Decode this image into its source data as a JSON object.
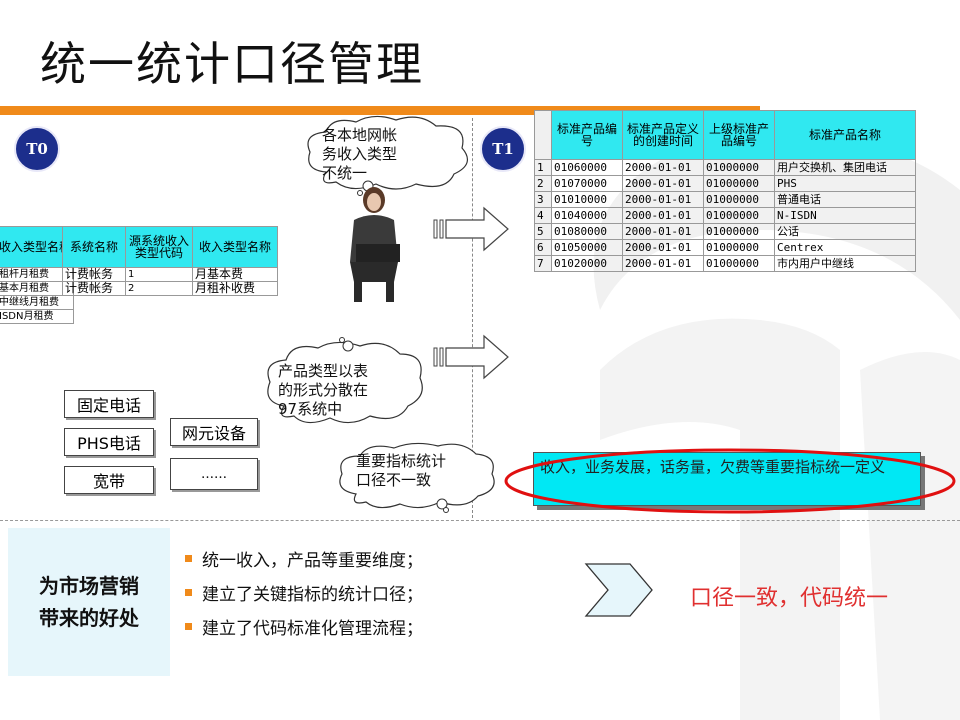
{
  "title": "统一统计口径管理",
  "labels": {
    "t0": "T0",
    "t1": "T1"
  },
  "clouds": {
    "top": [
      "各本地网帐",
      "务收入类型",
      "不统一"
    ],
    "middle": [
      "产品类型以表",
      "的形式分散在",
      "97系统中"
    ],
    "bottom": [
      "重要指标统计",
      "口径不一致"
    ]
  },
  "t0_left_table": {
    "header": "收入类型名称",
    "rows": [
      "租杆月租费",
      "基本月租费",
      "中继线月租费",
      "ISDN月租费"
    ]
  },
  "t0_table": {
    "headers": [
      "系统名称",
      "源系统收入类型代码",
      "收入类型名称"
    ],
    "rows": [
      [
        "计费帐务",
        "1",
        "月基本费"
      ],
      [
        "计费帐务",
        "2",
        "月租补收费"
      ]
    ]
  },
  "t1_table": {
    "headers": [
      "",
      "标准产品编号",
      "标准产品定义的创建时间",
      "上级标准产品编号",
      "标准产品名称"
    ],
    "rows": [
      [
        "1",
        "01060000",
        "2000-01-01",
        "01000000",
        "用户交换机、集团电话"
      ],
      [
        "2",
        "01070000",
        "2000-01-01",
        "01000000",
        "PHS"
      ],
      [
        "3",
        "01010000",
        "2000-01-01",
        "01000000",
        "普通电话"
      ],
      [
        "4",
        "01040000",
        "2000-01-01",
        "01000000",
        "N-ISDN"
      ],
      [
        "5",
        "01080000",
        "2000-01-01",
        "01000000",
        "公话"
      ],
      [
        "6",
        "01050000",
        "2000-01-01",
        "01000000",
        "Centrex"
      ],
      [
        "7",
        "01020000",
        "2000-01-01",
        "01000000",
        "市内用户中继线"
      ]
    ]
  },
  "tags": {
    "fixed_phone": "固定电话",
    "phs_phone": "PHS电话",
    "broadband": "宽带",
    "network_element": "网元设备",
    "ellipsis": "……"
  },
  "metric_box": "收入，业务发展，话务量，欠费等重要指标统一定义",
  "benefit": {
    "line1": "为市场营销",
    "line2": "带来的好处"
  },
  "bullets": [
    "统一收入，产品等重要维度；",
    "建立了关键指标的统计口径；",
    "建立了代码标准化管理流程；"
  ],
  "slogan": "口径一致，代码统一",
  "colors": {
    "accent": "#f08a1a",
    "circle": "#1c2e8c",
    "cyan": "#00e8f4",
    "header_cyan": "#30e8f0",
    "slogan": "#e03030"
  }
}
